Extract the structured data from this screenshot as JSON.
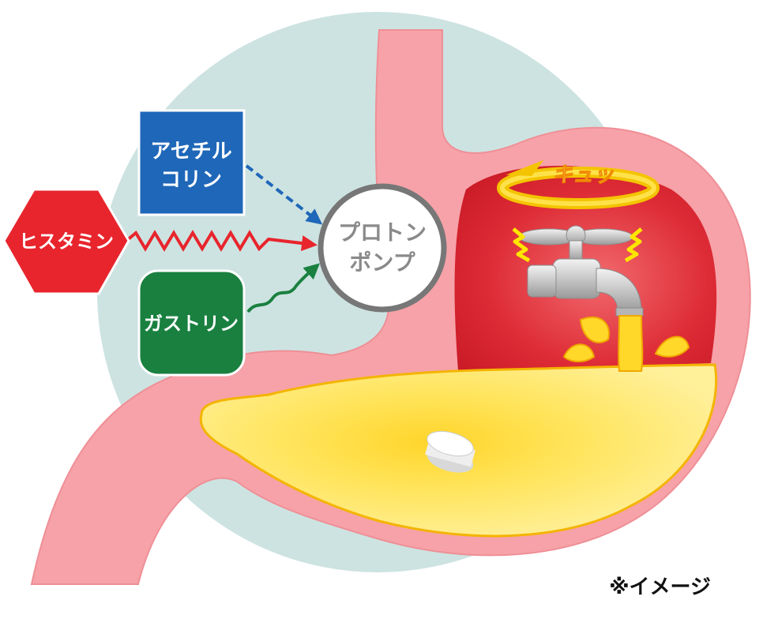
{
  "labels": {
    "acetylcholine_line1": "アセチル",
    "acetylcholine_line2": "コリン",
    "histamine": "ヒスタミン",
    "gastrin": "ガストリン",
    "proton_pump_line1": "プロトン",
    "proton_pump_line2": "ポンプ",
    "squeeze": "キュッ",
    "image_note": "※イメージ"
  },
  "colors": {
    "background_circle": "#cde3e1",
    "stomach_wall": "#f6a2a8",
    "stomach_inner": "#d61f2c",
    "acid": "#ffe05a",
    "acetylcholine": "#1f67b8",
    "histamine": "#e8252d",
    "gastrin": "#1a8040",
    "proton_pump_border": "#777777",
    "ring": "#f4c400"
  },
  "icons": {
    "faucet": "faucet-icon",
    "tablet": "tablet-icon"
  }
}
